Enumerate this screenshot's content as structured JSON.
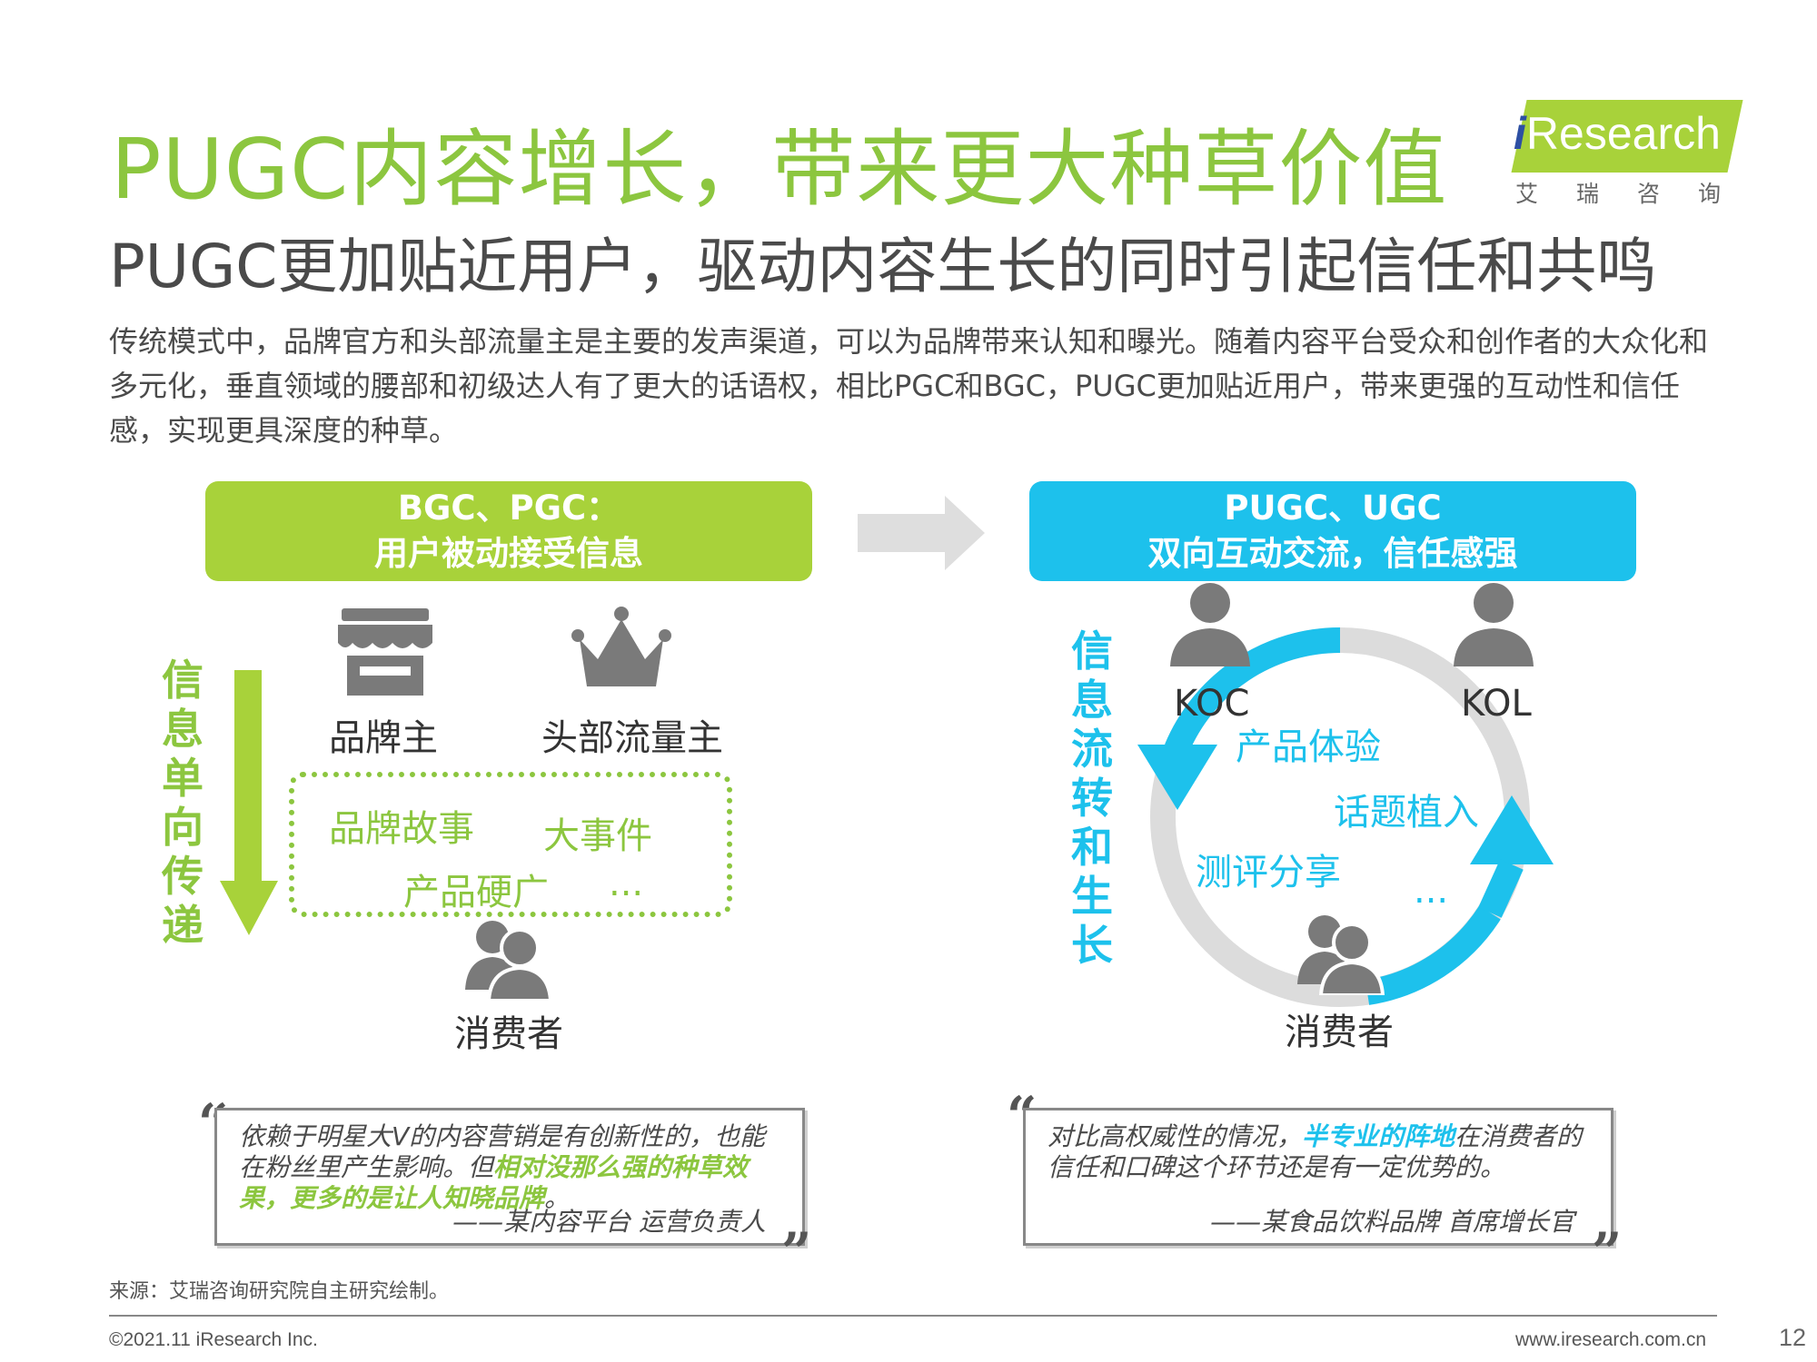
{
  "title": "PUGC内容增长，带来更大种草价值",
  "subtitle": "PUGC更加贴近用户，驱动内容生长的同时引起信任和共鸣",
  "logo": {
    "text": "Research",
    "cn": "艾瑞咨询"
  },
  "paragraph": "传统模式中，品牌官方和头部流量主是主要的发声渠道，可以为品牌带来认知和曝光。随着内容平台受众和创作者的大众化和多元化，垂直领域的腰部和初级达人有了更大的话语权，相比PGC和BGC，PUGC更加贴近用户，带来更强的互动性和信任感，实现更具深度的种草。",
  "left": {
    "banner_line1": "BGC、PGC：",
    "banner_line2": "用户被动接受信息",
    "vertical_label": "信息单向传递",
    "brand_label": "品牌主",
    "top_label": "头部流量主",
    "tags": {
      "t1": "品牌故事",
      "t2": "大事件",
      "t3": "产品硬广",
      "t4": "..."
    },
    "consumer_label": "消费者"
  },
  "right": {
    "banner_line1": "PUGC、UGC",
    "banner_line2": "双向互动交流，信任感强",
    "vertical_label": "信息流转和生长",
    "koc_label": "KOC",
    "kol_label": "KOL",
    "tags": {
      "t1": "产品体验",
      "t2": "话题植入",
      "t3": "测评分享",
      "t4": "..."
    },
    "consumer_label": "消费者"
  },
  "quotes": {
    "q1": {
      "text_a": "依赖于明星大V的内容营销是有创新性的，也能在粉丝里产生影响。但",
      "highlight": "相对没那么强的种草效果，更多的是让人知晓品牌",
      "text_b": "。",
      "attribution": "——某内容平台 运营负责人"
    },
    "q2": {
      "text_a": "对比高权威性的情况，",
      "highlight": "半专业的阵地",
      "text_b": "在消费者的信任和口碑这个环节还是有一定优势的。",
      "attribution": "——某食品饮料品牌 首席增长官"
    }
  },
  "footer": {
    "source": "来源：艾瑞咨询研究院自主研究绘制。",
    "copyright": "©2021.11 iResearch Inc.",
    "website": "www.iresearch.com.cn",
    "page": "12"
  },
  "colors": {
    "green": "#a8d23a",
    "blue": "#1dc1ec",
    "gray": "#777777"
  },
  "icons": {
    "brand": "store-icon",
    "top": "crown-icon",
    "consumer": "users-icon",
    "person": "person-icon"
  }
}
